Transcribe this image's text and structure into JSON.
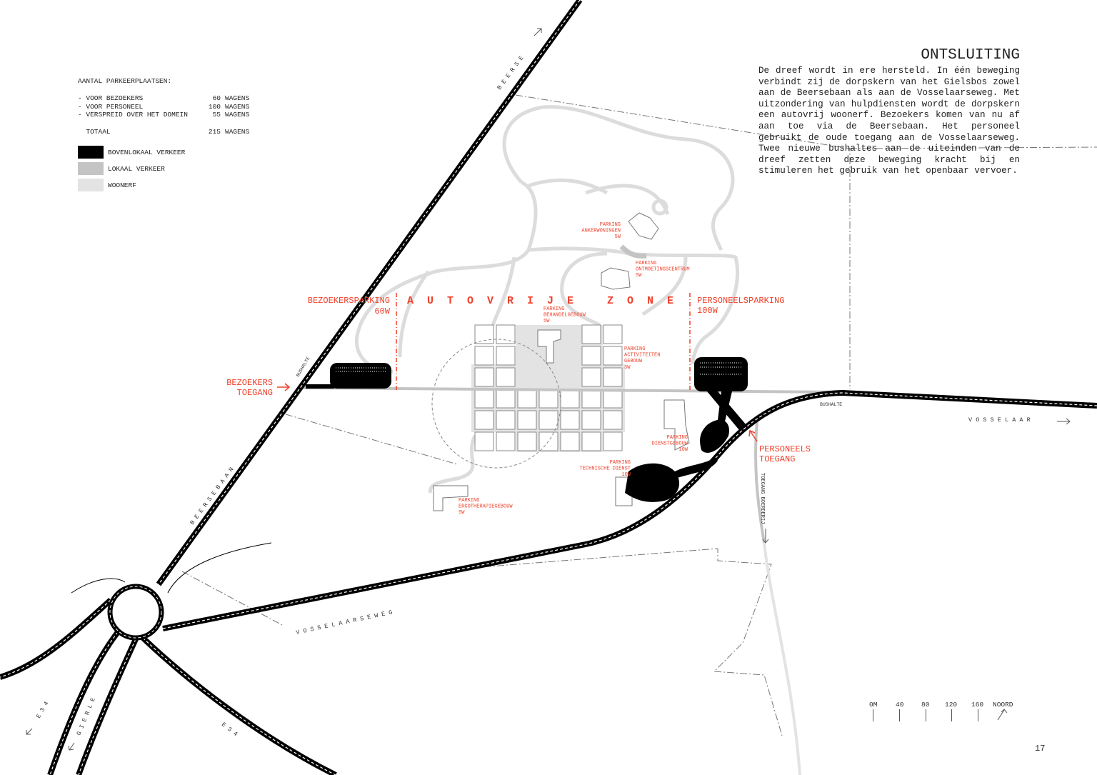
{
  "legend": {
    "heading": "AANTAL PARKEERPLAATSEN:",
    "rows": [
      {
        "label": "- VOOR BEZOEKERS",
        "value": "60",
        "unit": "WAGENS"
      },
      {
        "label": "- VOOR PERSONEEL",
        "value": "100",
        "unit": "WAGENS"
      },
      {
        "label": "- VERSPREID OVER HET DOMEIN",
        "value": "55",
        "unit": "WAGENS"
      }
    ],
    "total": {
      "label": "  TOTAAL",
      "value": "215",
      "unit": "WAGENS"
    },
    "swatches": [
      {
        "label": "BOVENLOKAAL VERKEER",
        "color": "#000000"
      },
      {
        "label": "LOKAAL VERKEER",
        "color": "#c4c4c4"
      },
      {
        "label": "WOONERF",
        "color": "#e3e3e3"
      }
    ]
  },
  "text": {
    "title": "ONTSLUITING",
    "body": "De dreef wordt in ere hersteld. In één beweging verbindt zij de dorpskern van het Gielsbos zowel aan de Beersebaan als aan de Vosselaarseweg. Met uitzondering van hulpdiensten wordt de dorpskern een autovrij woonerf. Bezoekers komen van nu af aan toe via de Beersebaan. Het personeel gebruikt de oude toegang aan de Vosselaarseweg. Twee nieuwe bushaltes aan de uiteinden van de dreef zetten deze beweging kracht bij en stimuleren het gebruik van het openbaar vervoer."
  },
  "map": {
    "accent_color": "#f0402a",
    "roads": {
      "beerse": "B E E R S E",
      "beersebaan": "B E E R S E B A A N",
      "vosselaarseweg": "V O S S E L A A R S E W E G",
      "vosselaar": "V O S S E L A A R",
      "e34_left": "E 3 4",
      "e34_bottom": "E 3 4",
      "gierle": "G I E R L E",
      "toegang_boerderij": "TOEGANG BOERDERIJ"
    },
    "bushalte_left": "BUSHALTE",
    "bushalte_right": "BUSHALTE",
    "zone_label": "A U T O V R I J E   Z O N E",
    "bezoekersparking": [
      "BEZOEKERSPARKING",
      "60W"
    ],
    "personeelsparking": [
      "PERSONEELSPARKING",
      "100W"
    ],
    "bezoekers_toegang": [
      "BEZOEKERS",
      "TOEGANG"
    ],
    "personeels_toegang": [
      "PERSONEELS",
      "TOEGANG"
    ],
    "parkings": [
      {
        "lines": [
          "PARKING",
          "ANKERWONINGEN",
          "5W"
        ]
      },
      {
        "lines": [
          "PARKING",
          "ONTMOETINGSCENTRUM",
          "5W"
        ]
      },
      {
        "lines": [
          "PARKING",
          "BEHANDELGEBOUW",
          "5W"
        ]
      },
      {
        "lines": [
          "PARKING",
          "ACTIVITEITEN",
          "GEBOUW",
          "3W"
        ]
      },
      {
        "lines": [
          "PARKING",
          "DIENSTGEBOUW",
          "10W"
        ]
      },
      {
        "lines": [
          "PARKING",
          "TECHNISCHE DIENST",
          "10W"
        ]
      },
      {
        "lines": [
          "PARKING",
          "ERGOTHERAPIEGEBOUW",
          "5W"
        ]
      }
    ]
  },
  "scale_bar": {
    "ticks": [
      "0M",
      "40",
      "80",
      "120",
      "160"
    ],
    "north": "NOORD"
  },
  "page_number": "17"
}
